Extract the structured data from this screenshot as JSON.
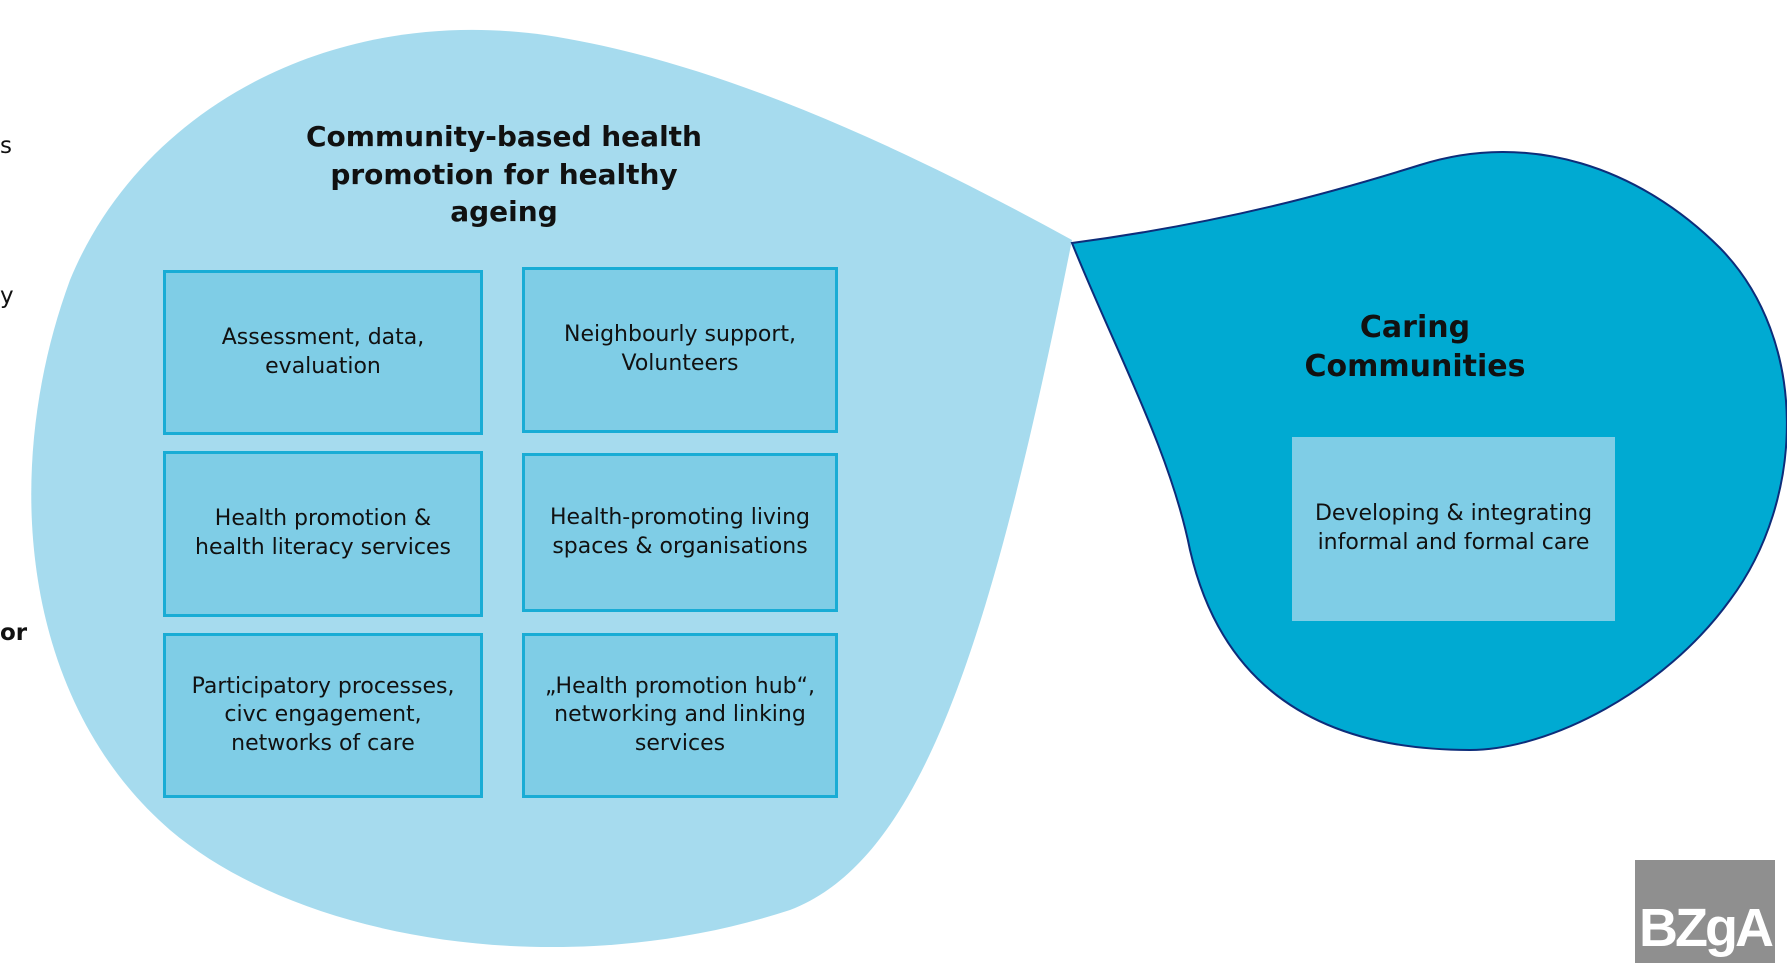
{
  "edge_fragments": [
    "s",
    "y",
    "or"
  ],
  "left_bubble": {
    "title": "Community-based health promotion for healthy ageing",
    "boxes": [
      "Assessment, data, evaluation",
      "Neighbourly support, Volunteers",
      "Health promotion & health literacy services",
      "Health-promoting living spaces & organisations",
      "Participatory processes, civc engagement, networks of care",
      "„Health promotion hub“, networking and linking services"
    ]
  },
  "right_bubble": {
    "title": "Caring Communities",
    "box": "Developing & integrating informal and formal care"
  },
  "logo": {
    "text": "BZgA"
  },
  "colors": {
    "left_bubble_fill": "#a6dbee",
    "right_bubble_fill": "#00aad2",
    "right_bubble_stroke": "#0d2d7a",
    "box_fill": "#7fcde6",
    "box_border": "#19acd5",
    "logo_bg": "#8f8f8f"
  }
}
